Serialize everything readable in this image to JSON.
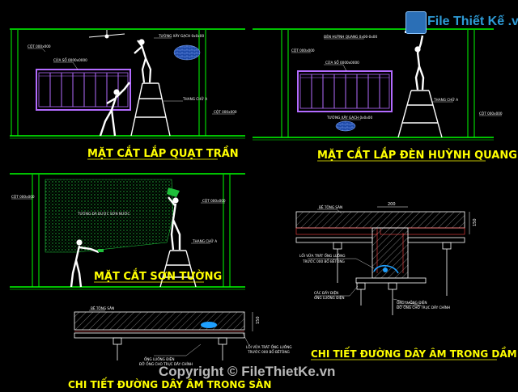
{
  "titles": {
    "fan": "MẶT CẮT LẮP QUẠT TRẦN",
    "lamp": "MẶT CẮT LẮP ĐÈN HUỲNH QUANG",
    "paint": "MẶT CẮT SƠN TƯỜNG",
    "beam": "CHI TIẾT ĐƯỜNG DÂY ÂM TRONG DẦM",
    "slab": "CHI TIẾT ĐƯỜNG DÂY ÂM TRONG SÀN"
  },
  "labels": {
    "fan_col_left": "CỘT 000x000",
    "fan_window": "CỬA SỔ 0000x0000",
    "fan_wall": "TƯỜNG XÂY GẠCH 0x0x00",
    "fan_ladder": "THANG CHỮ A",
    "fan_col_right": "CỘT 000x000",
    "lamp_fixture": "ĐÈN HUỲNH QUANG 0x00-0x00",
    "lamp_col_left": "CỘT 000x000",
    "lamp_window": "CỬA SỔ 0000x0000",
    "lamp_wall": "TƯỜNG XÂY GẠCH 0x0x00",
    "lamp_ladder": "THANG CHỮ A",
    "lamp_col_right": "CỘT 000x000",
    "paint_col_left": "CỘT 000x000",
    "paint_wall": "TƯỜNG ĐÃ ĐƯỢC SƠN NƯỚC",
    "paint_col_right": "CỘT 000x000",
    "paint_ladder": "THANG CHỮ A",
    "beam_slab": "BÊ TÔNG SÀN",
    "beam_wire": "LỐI VỮA TRÁT ỐNG LUỒNG",
    "beam_wire2": "TRƯỚC 000 BỔ BÊTÔNG",
    "beam_clip": "CÁC ĐẦY ĐIỆN",
    "beam_clip2": "ỐNG LUỒNG ĐIỆN",
    "beam_support": "ỐNG LUỒNG ĐIỆN",
    "beam_support2": "ĐỠ ỐNG CHO TRỤC DÂY CHÍNH",
    "slab_slab": "BÊ TÔNG SÀN",
    "slab_wire": "LỐI VỮA TRÁT ỐNG LUỒNG",
    "slab_wire2": "TRƯỚC 000 BỔ BÊTÔNG",
    "slab_clip": "ỐNG LUỒNG ĐIỆN",
    "slab_support": "ĐỠ ỐNG CHO TRỤC DÂY CHÍNH"
  },
  "dimensions": {
    "beam_width": "200",
    "beam_depth": "150",
    "slab_depth": "150"
  },
  "watermark": {
    "logo_text": "File Thiết Kế .vn",
    "bottom_text": "Copyright © FileThietKe.vn"
  },
  "colors": {
    "frame": "#00ff00",
    "window": "#b36bff",
    "figure": "#ffffff",
    "title": "#ffff00",
    "hatch": "#00cc44",
    "pipe": "#1ea0ff"
  }
}
